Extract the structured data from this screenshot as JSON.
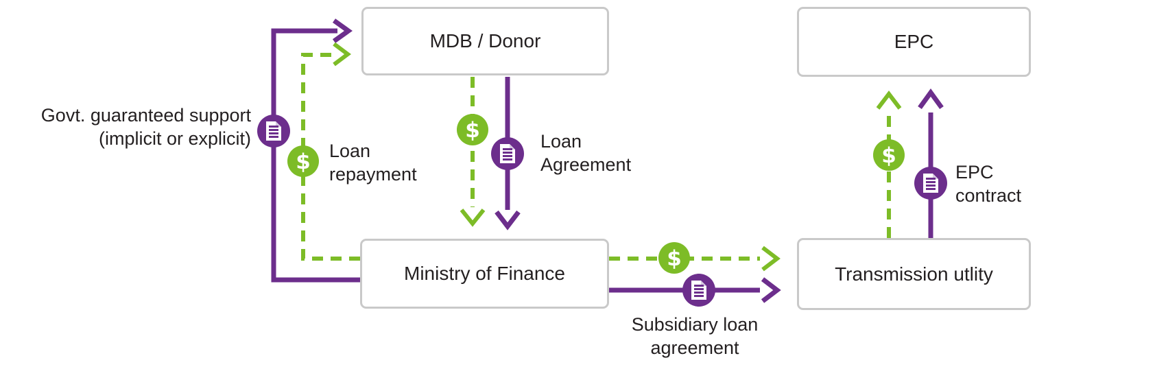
{
  "diagram_title": "",
  "colors": {
    "contract_purple": "#6c2e8c",
    "money_green": "#7dbc27",
    "box_border_gray": "#c9c9c9",
    "text_dark": "#231f20",
    "background": "#ffffff"
  },
  "nodes": {
    "mdb_donor": {
      "label": "MDB / Donor"
    },
    "epc": {
      "label": "EPC"
    },
    "ministry_of_finance": {
      "label": "Ministry of Finance"
    },
    "transmission_utility": {
      "label": "Transmission utlity"
    }
  },
  "edges": {
    "govt_guaranteed_support": {
      "from": "Ministry of Finance",
      "to": "MDB / Donor",
      "line": "solid",
      "color": "#6c2e8c",
      "icon": "document",
      "label_lines": [
        "Govt. guaranteed support",
        "(implicit or explicit)"
      ]
    },
    "loan_repayment": {
      "from": "Ministry of Finance",
      "to": "MDB / Donor",
      "line": "dashed",
      "color": "#7dbc27",
      "icon": "dollar",
      "label_lines": [
        "Loan",
        "repayment"
      ]
    },
    "loan_funds_down": {
      "from": "MDB / Donor",
      "to": "Ministry of Finance",
      "line": "dashed",
      "color": "#7dbc27",
      "icon": "dollar",
      "label_lines": []
    },
    "loan_agreement": {
      "from": "MDB / Donor",
      "to": "Ministry of Finance",
      "line": "solid",
      "color": "#6c2e8c",
      "icon": "document",
      "label_lines": [
        "Loan",
        "Agreement"
      ]
    },
    "onlent_funds_right": {
      "from": "Ministry of Finance",
      "to": "Transmission utlity",
      "line": "dashed",
      "color": "#7dbc27",
      "icon": "dollar",
      "label_lines": []
    },
    "subsidiary_loan_agreement": {
      "from": "Ministry of Finance",
      "to": "Transmission utlity",
      "line": "solid",
      "color": "#6c2e8c",
      "icon": "document",
      "label_lines": [
        "Subsidiary loan",
        "agreement"
      ]
    },
    "payment_to_epc": {
      "from": "Transmission utlity",
      "to": "EPC",
      "line": "dashed",
      "color": "#7dbc27",
      "icon": "dollar",
      "label_lines": []
    },
    "epc_contract": {
      "from": "Transmission utlity",
      "to": "EPC",
      "line": "solid",
      "color": "#6c2e8c",
      "icon": "document",
      "label_lines": [
        "EPC",
        "contract"
      ]
    }
  },
  "icons": {
    "dollar_glyph": "$",
    "dollar_icon_name": "dollar-icon",
    "document_icon_name": "document-icon"
  }
}
